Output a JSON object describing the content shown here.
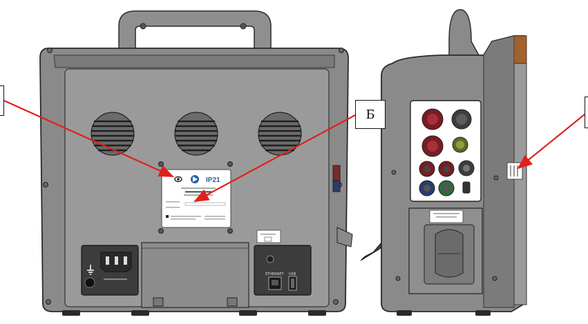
{
  "callouts": {
    "left_label": "",
    "middle_label": "Б",
    "right_label": ""
  },
  "rear_view": {
    "model_label": "IP21",
    "port_label_ethernet": "ETHERNET",
    "port_label_usb": "USB"
  },
  "colors": {
    "device_body": "#8a8a8a",
    "device_dark": "#3c3c3c",
    "arrow": "#e0201b",
    "outline": "#2a2a2a",
    "wood_trim": "#a0622f"
  },
  "icons": {
    "logo": "brand-logo-icon",
    "ground": "ground-symbol-icon",
    "ethernet": "ethernet-port-icon",
    "usb": "usb-port-icon"
  }
}
